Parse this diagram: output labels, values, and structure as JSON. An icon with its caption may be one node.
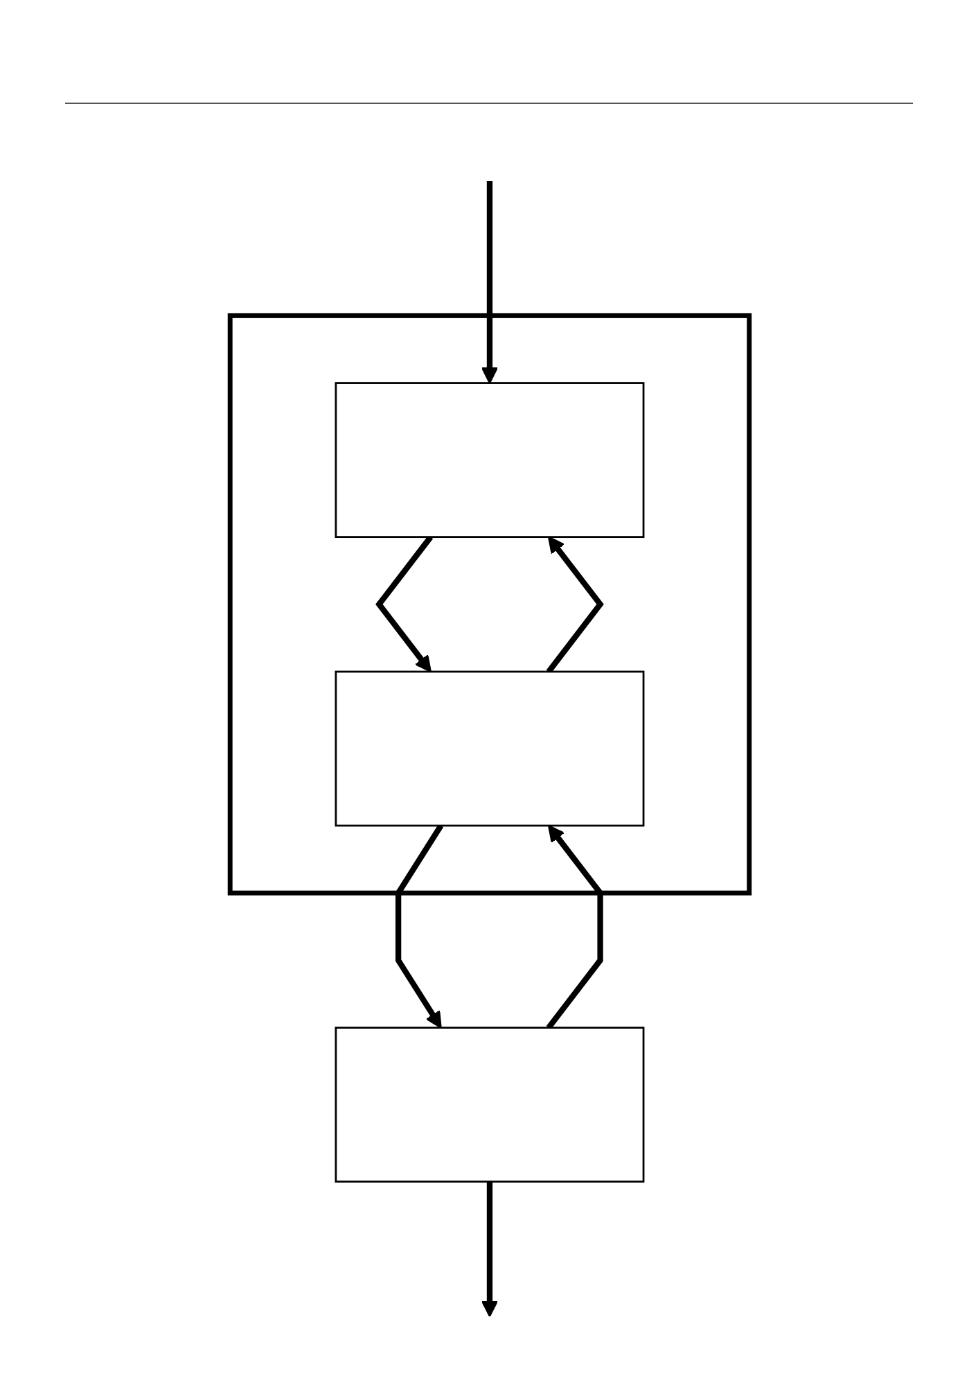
{
  "diagram": {
    "nodes": [
      {
        "text": [],
        "shape": "box"
      },
      {
        "text": [],
        "shape": "box",
        "in": 0
      },
      {
        "text": [],
        "shape": "box",
        "in": 0
      },
      {
        "text": [],
        "shape": "box"
      }
    ],
    "edges": [
      {
        "from": null,
        "to": 1,
        "arrow": "to"
      },
      {
        "from": 2,
        "to": 1,
        "arrow": "to"
      },
      {
        "from": 1,
        "to": 2,
        "arrow": "to"
      },
      {
        "from": 2,
        "to": 3,
        "arrow": "to"
      },
      {
        "from": 3,
        "to": 2,
        "arrow": "to"
      },
      {
        "from": 3,
        "to": null,
        "arrow": "to"
      }
    ]
  }
}
